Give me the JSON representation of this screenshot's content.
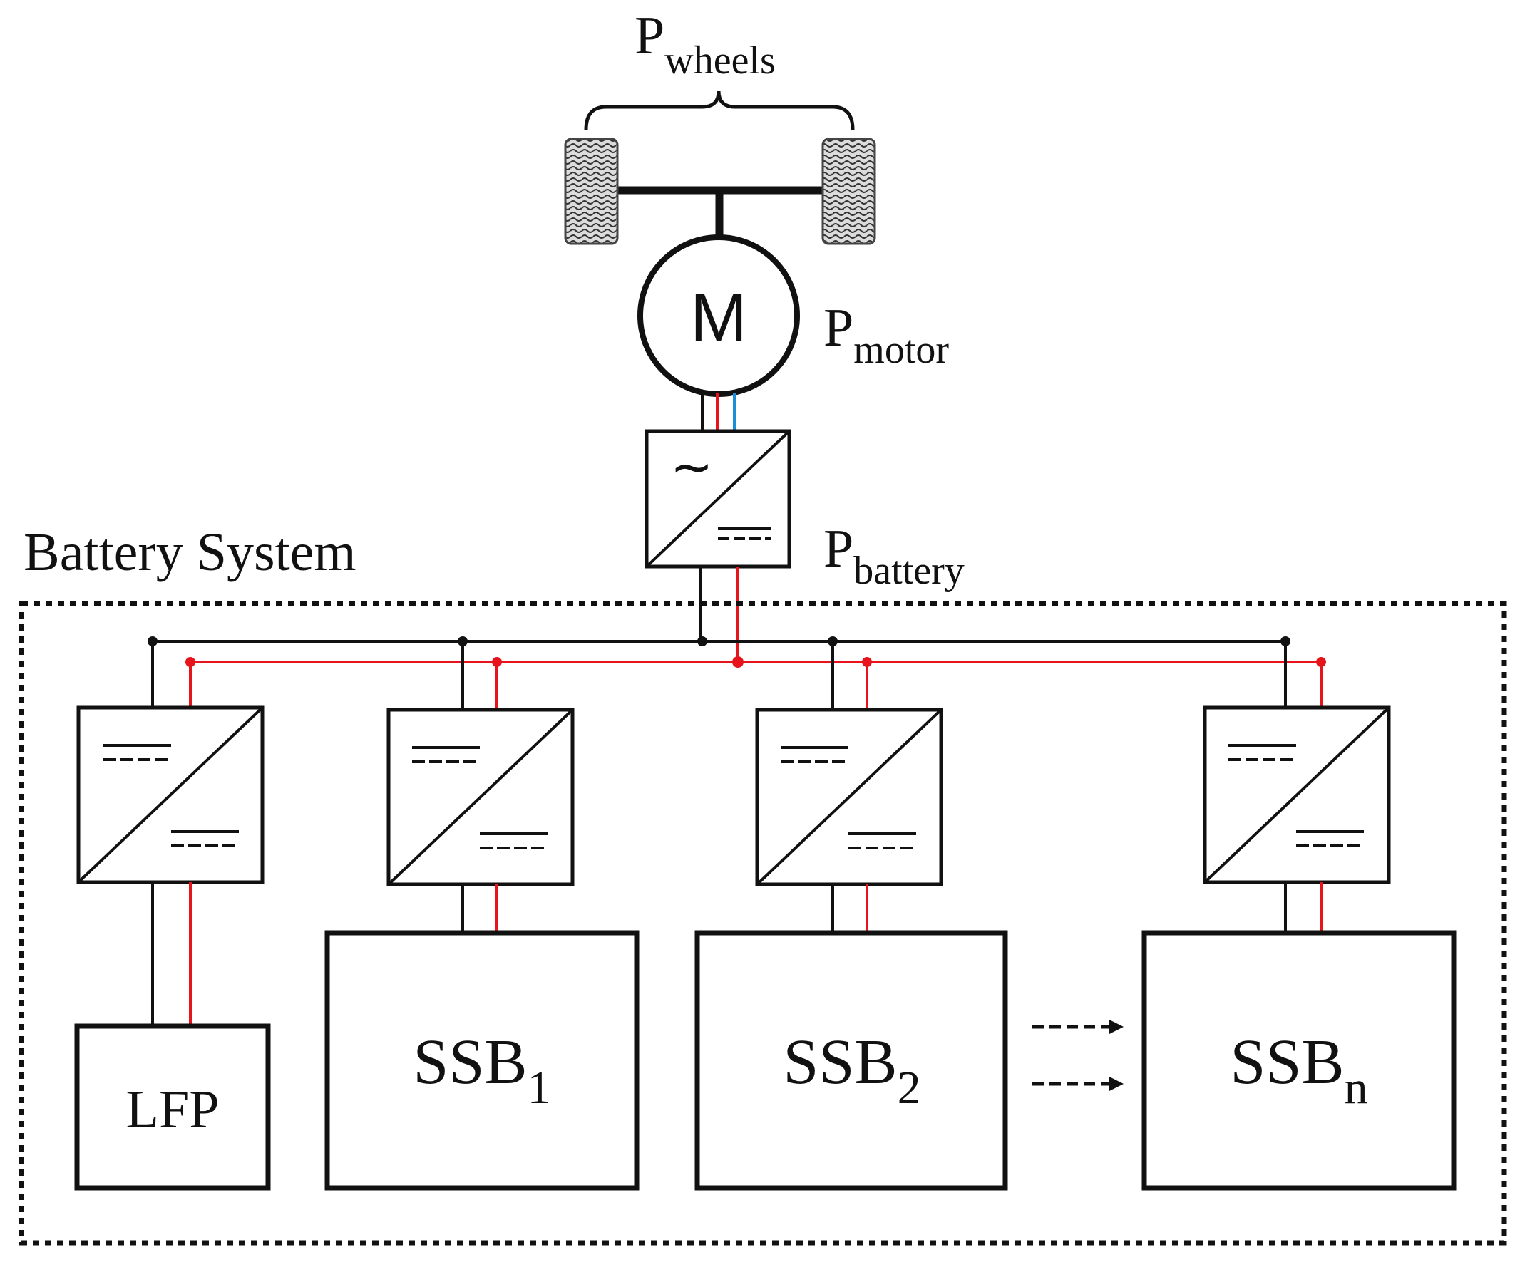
{
  "labels": {
    "p_wheels": {
      "main": "P",
      "sub": "wheels"
    },
    "p_motor": {
      "main": "P",
      "sub": "motor"
    },
    "p_battery": {
      "main": "P",
      "sub": "battery"
    },
    "battery_system": "Battery System",
    "motor_letter": "M"
  },
  "batteries": {
    "lfp": {
      "text": "LFP"
    },
    "ssb1": {
      "main": "SSB",
      "sub": "1"
    },
    "ssb2": {
      "main": "SSB",
      "sub": "2"
    },
    "ssbn": {
      "main": "SSB",
      "sub": "n"
    }
  },
  "symbols": {
    "ac": "~"
  },
  "colors": {
    "positive": "#e8141b",
    "negative": "#111111",
    "phase_blue": "#1a8fd8",
    "tire_fill": "#d8d8d8"
  }
}
